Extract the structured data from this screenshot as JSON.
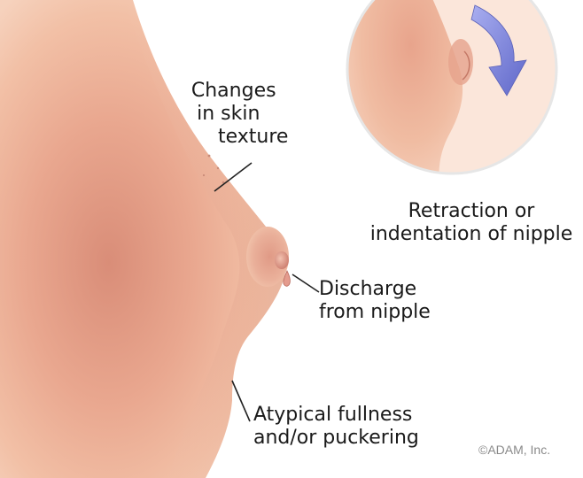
{
  "labels": {
    "skin_texture": [
      "Changes",
      "in skin",
      "texture"
    ],
    "retraction": [
      "Retraction or",
      "indentation of nipple"
    ],
    "discharge": [
      "Discharge",
      "from nipple"
    ],
    "fullness": [
      "Atypical fullness",
      "and/or puckering"
    ]
  },
  "copyright": "©ADAM, Inc.",
  "colors": {
    "skin_light": "#f3c3a8",
    "skin_mid": "#e8a28a",
    "skin_dark": "#c97a66",
    "arrow": "#7f86d8",
    "circle_border": "#e9e9e9",
    "text": "#1a1a1a"
  }
}
